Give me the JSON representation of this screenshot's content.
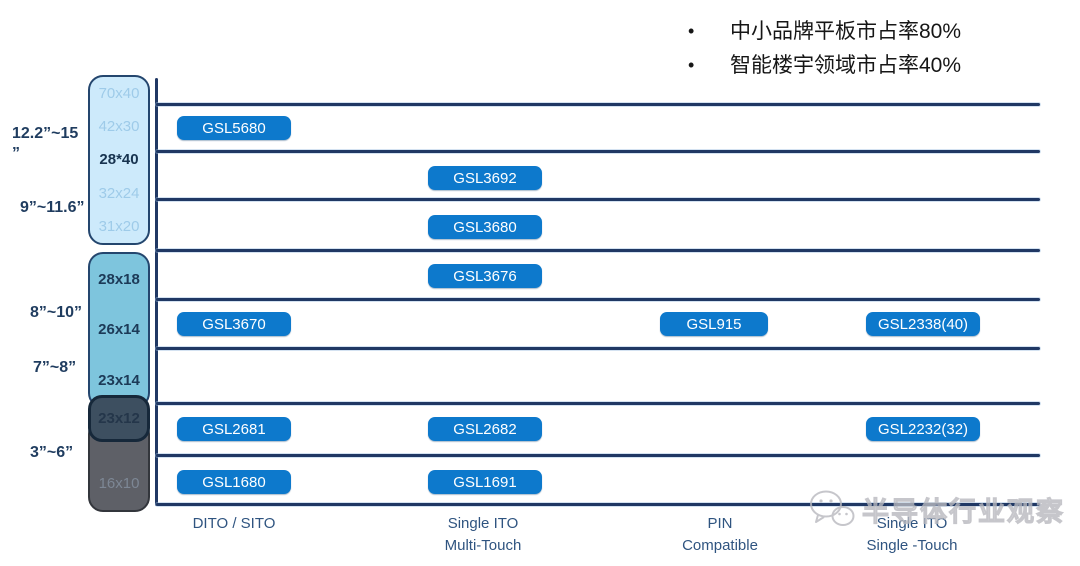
{
  "bullets": [
    "中小品牌平板市占率80%",
    "智能楼宇领域市占率40%"
  ],
  "size_labels": [
    "12.2”~15\n”",
    "9”~11.6”",
    "8”~10”",
    "7”~8”",
    "3”~6”"
  ],
  "sensor_cells": {
    "light": [
      "70x40",
      "42x30",
      "28*40",
      "32x24",
      "31x20"
    ],
    "medium": [
      "28x18",
      "26x14",
      "23x14"
    ],
    "dark": "23x12",
    "gray": "16x10"
  },
  "chips": [
    "GSL5680",
    "GSL3692",
    "GSL3680",
    "GSL3676",
    "GSL3670",
    "GSL915",
    "GSL2338(40)",
    "GSL2681",
    "GSL2682",
    "GSL2232(32)",
    "GSL1680",
    "GSL1691"
  ],
  "columns": [
    {
      "line1": "DITO / SITO",
      "line2": ""
    },
    {
      "line1": "Single ITO",
      "line2": "Multi-Touch"
    },
    {
      "line1": "PIN",
      "line2": "Compatible"
    },
    {
      "line1": "Single ITO",
      "line2": "Single -Touch"
    }
  ],
  "watermark": {
    "icon": "wechat-icon",
    "text": "半导体行业观察"
  },
  "colors": {
    "chip_blue": "#0d79cc",
    "line_navy": "#203864",
    "panel_light_blue": "#cdeafb",
    "panel_medium_blue": "#7ec5dd",
    "panel_dark_slate": "#3d4f60",
    "panel_gray": "#5e6067",
    "label_navy": "#1f3c5f"
  }
}
